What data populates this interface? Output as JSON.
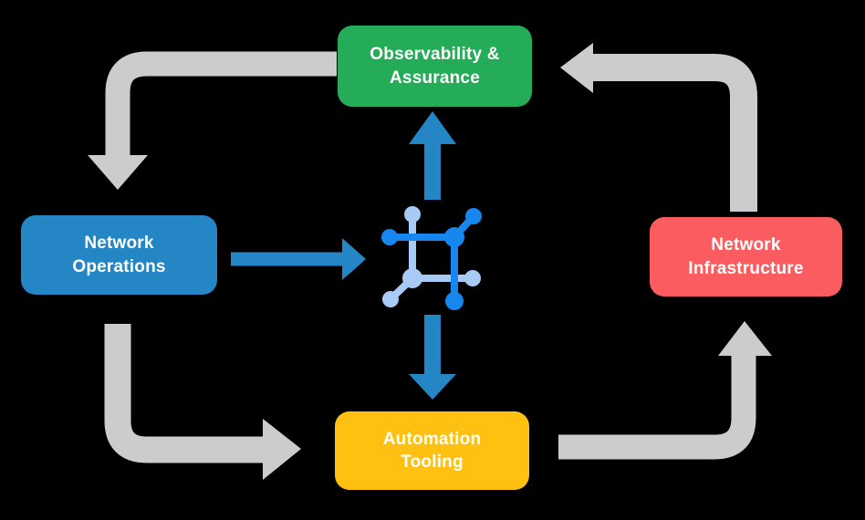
{
  "diagram": {
    "nodes": [
      {
        "id": "observability-assurance",
        "label": "Observability &\nAssurance",
        "color": "#24AC58"
      },
      {
        "id": "network-operations",
        "label": "Network\nOperations",
        "color": "#2586C6"
      },
      {
        "id": "network-infrastructure",
        "label": "Network\nInfrastructure",
        "color": "#FB5C5F"
      },
      {
        "id": "automation-tooling",
        "label": "Automation\nTooling",
        "color": "#FEC011"
      }
    ],
    "center_icon": "network-automation-icon",
    "colors": {
      "arrow_gray": "#CCCCCC",
      "arrow_blue": "#2586C6",
      "icon_blue_dark": "#1787F0",
      "icon_blue_light": "#A8CBF5",
      "text": "#FFFFFF",
      "background": "#000000"
    },
    "edges": [
      {
        "from": "observability-assurance",
        "to": "network-operations",
        "style": "gray-elbow"
      },
      {
        "from": "network-operations",
        "to": "automation-tooling",
        "style": "gray-elbow"
      },
      {
        "from": "automation-tooling",
        "to": "network-infrastructure",
        "style": "gray-elbow"
      },
      {
        "from": "network-infrastructure",
        "to": "observability-assurance",
        "style": "gray-elbow"
      },
      {
        "from": "network-operations",
        "to": "center-icon",
        "style": "blue-straight"
      },
      {
        "from": "center-icon",
        "to": "observability-assurance",
        "style": "blue-straight"
      },
      {
        "from": "center-icon",
        "to": "automation-tooling",
        "style": "blue-straight"
      }
    ]
  }
}
